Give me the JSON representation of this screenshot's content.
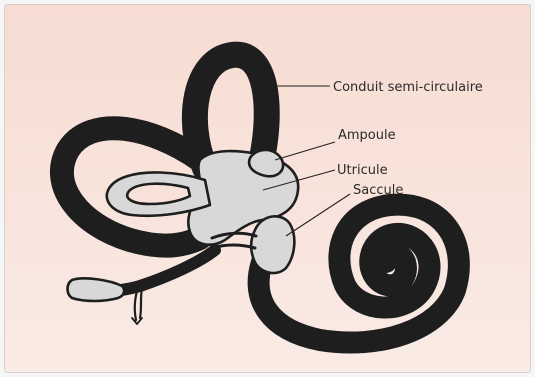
{
  "labels": {
    "conduit": "Conduit semi-circulaire",
    "ampoule": "Ampoule",
    "utricule": "Utricule",
    "saccule": "Saccule"
  },
  "colors": {
    "background_top": "#f6dcd2",
    "organ_fill": "#d8d8d8",
    "outline": "#1e1e1e"
  }
}
